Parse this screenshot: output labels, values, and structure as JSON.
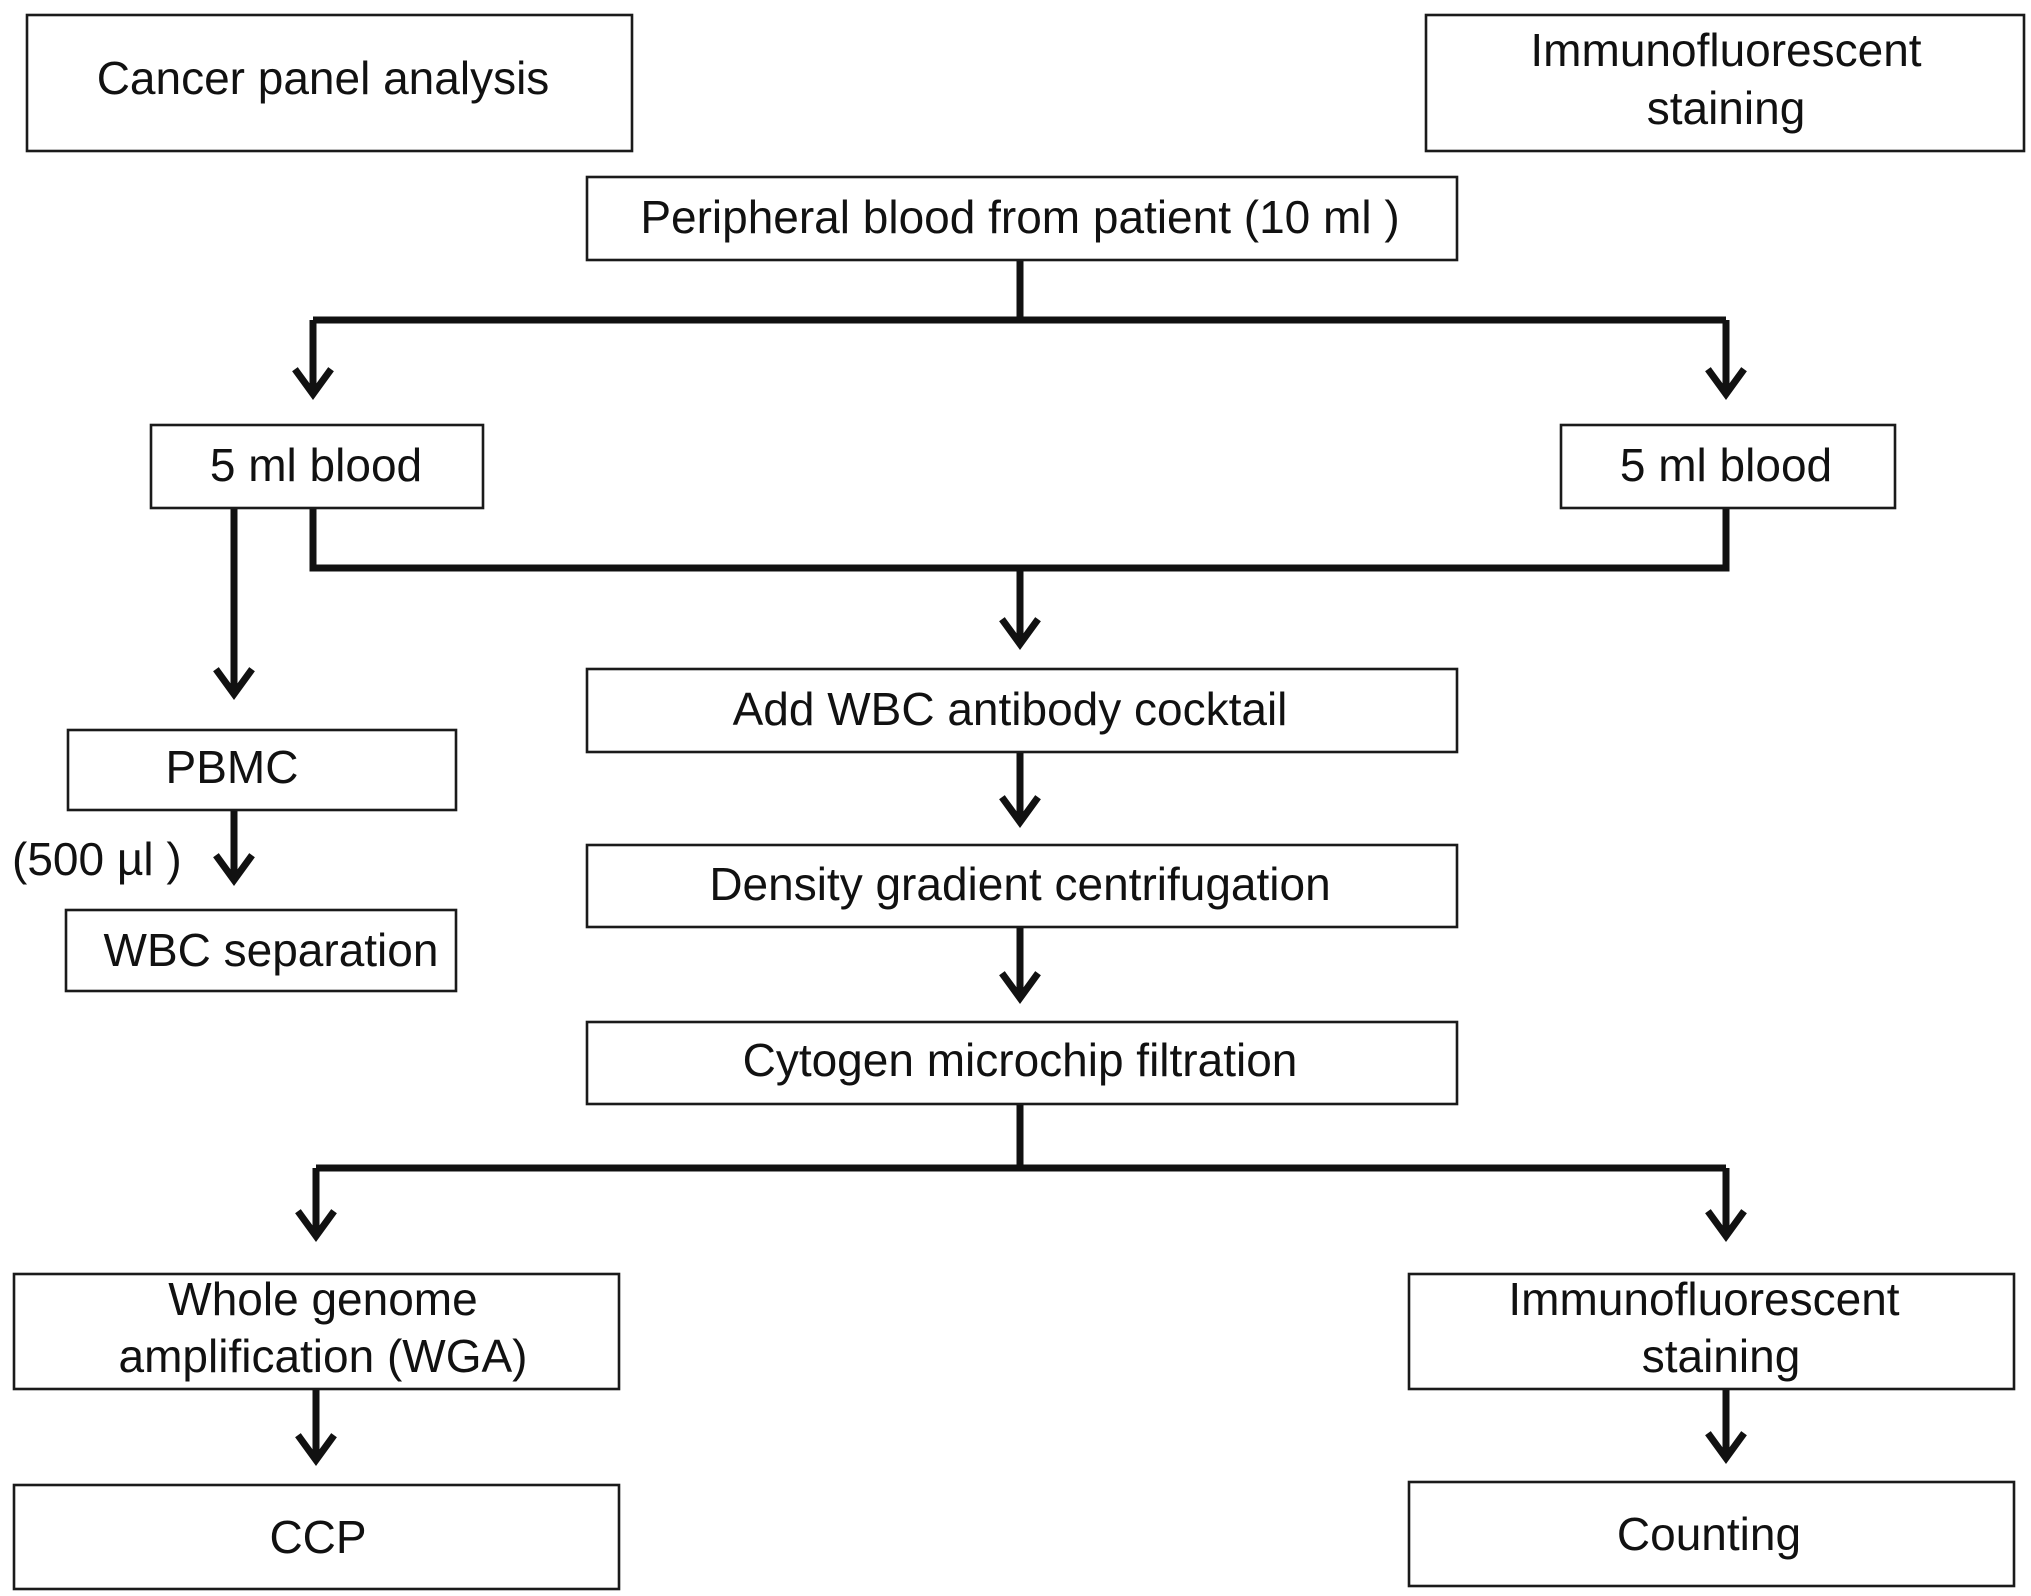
{
  "nodes": {
    "cancer_panel": {
      "lines": [
        "Cancer panel analysis"
      ]
    },
    "immuno_top": {
      "lines": [
        "Immunofluorescent",
        "staining"
      ]
    },
    "peripheral_blood": {
      "lines": [
        "Peripheral blood from patient (10 ml )"
      ]
    },
    "blood_left": {
      "lines": [
        "5 ml  blood"
      ]
    },
    "blood_right": {
      "lines": [
        "5 ml  blood"
      ]
    },
    "add_wbc": {
      "lines": [
        "Add WBC antibody cocktail"
      ]
    },
    "pbmc": {
      "lines": [
        "PBMC"
      ]
    },
    "density": {
      "lines": [
        "Density gradient centrifugation"
      ]
    },
    "wbc_separation": {
      "lines": [
        "WBC separation"
      ]
    },
    "cytogen": {
      "lines": [
        "Cytogen microchip filtration"
      ]
    },
    "wga": {
      "lines": [
        "Whole genome",
        "amplification (WGA)"
      ]
    },
    "immuno_bottom": {
      "lines": [
        "Immunofluorescent",
        "staining"
      ]
    },
    "ccp": {
      "lines": [
        "CCP"
      ]
    },
    "counting": {
      "lines": [
        "Counting"
      ]
    }
  },
  "annotations": {
    "pbmc_volume": "(500 µl )"
  },
  "colors": {
    "stroke": "#111111",
    "fill": "#ffffff",
    "text": "#111111"
  }
}
